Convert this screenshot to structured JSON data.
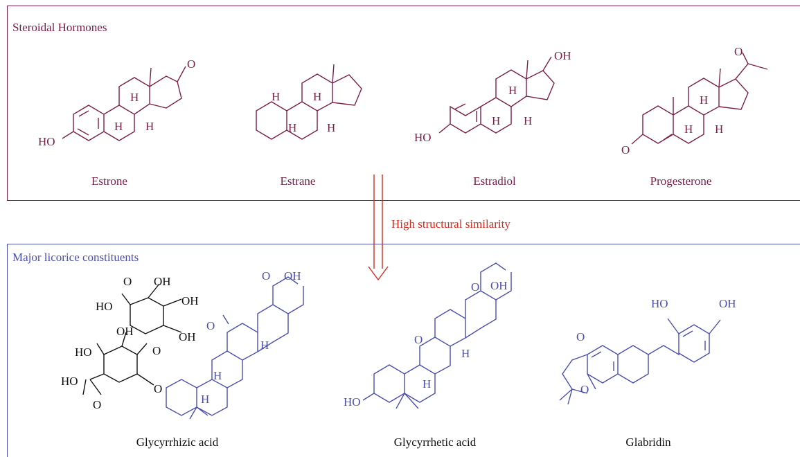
{
  "top_panel": {
    "title": "Steroidal Hormones",
    "compounds": [
      "Estrone",
      "Estrane",
      "Estradiol",
      "Progesterone"
    ]
  },
  "connector": {
    "label": "High structural similarity"
  },
  "bottom_panel": {
    "title": "Major licorice constituents",
    "compounds": [
      "Glycyrrhizic acid",
      "Glycyrrhetic acid",
      "Glabridin"
    ]
  },
  "atom_labels": {
    "H": "H",
    "HO": "HO",
    "OH": "OH",
    "O": "O",
    "HO_full": "HO"
  },
  "colors": {
    "steroid": "#7a2048",
    "licorice": "#4a4fae",
    "sugar": "#111111",
    "arrow": "#d8291c"
  }
}
